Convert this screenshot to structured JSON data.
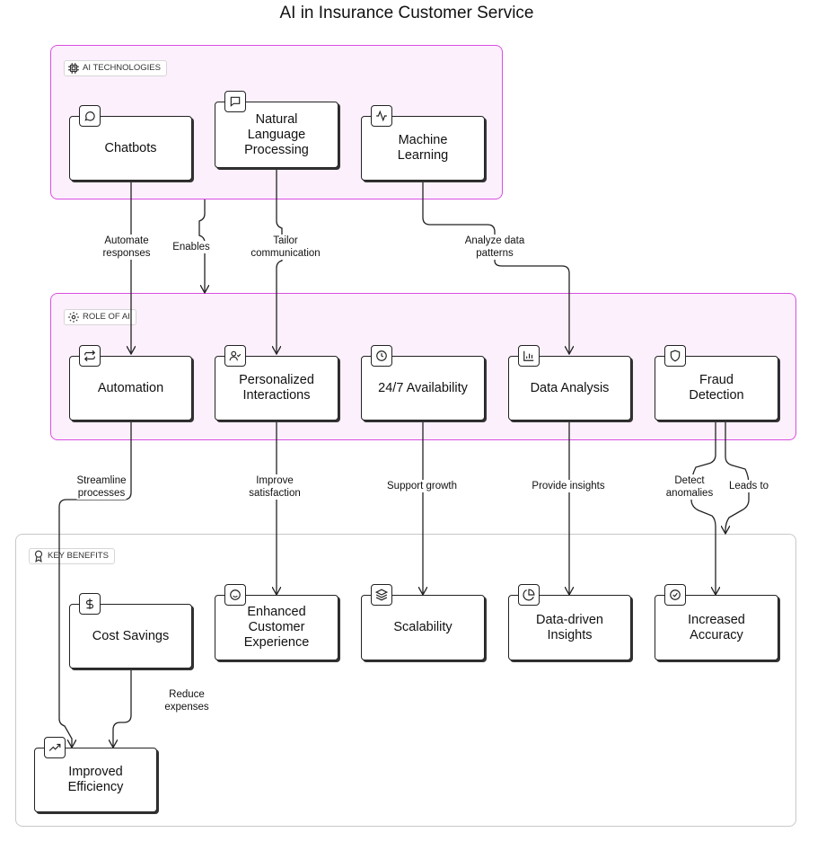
{
  "title": "AI in Insurance Customer Service",
  "groups": {
    "ai_technologies": "AI TECHNOLOGIES",
    "role_of_ai": "ROLE OF AI",
    "key_benefits": "KEY BENEFITS"
  },
  "nodes": {
    "chatbots": "Chatbots",
    "nlp": "Natural\nLanguage\nProcessing",
    "ml": "Machine\nLearning",
    "automation": "Automation",
    "personalized": "Personalized\nInteractions",
    "availability": "24/7 Availability",
    "data_analysis": "Data Analysis",
    "fraud": "Fraud\nDetection",
    "cost_savings": "Cost Savings",
    "enhanced_cx": "Enhanced\nCustomer\nExperience",
    "scalability": "Scalability",
    "insights": "Data-driven\nInsights",
    "accuracy": "Increased\nAccuracy",
    "efficiency": "Improved\nEfficiency"
  },
  "edges": {
    "automate": "Automate\nresponses",
    "enables": "Enables",
    "tailor": "Tailor\ncommunication",
    "analyze": "Analyze data\npatterns",
    "streamline": "Streamline\nprocesses",
    "improve": "Improve\nsatisfaction",
    "support": "Support growth",
    "provide": "Provide insights",
    "detect": "Detect\nanomalies",
    "leads": "Leads to",
    "reduce": "Reduce\nexpenses"
  }
}
